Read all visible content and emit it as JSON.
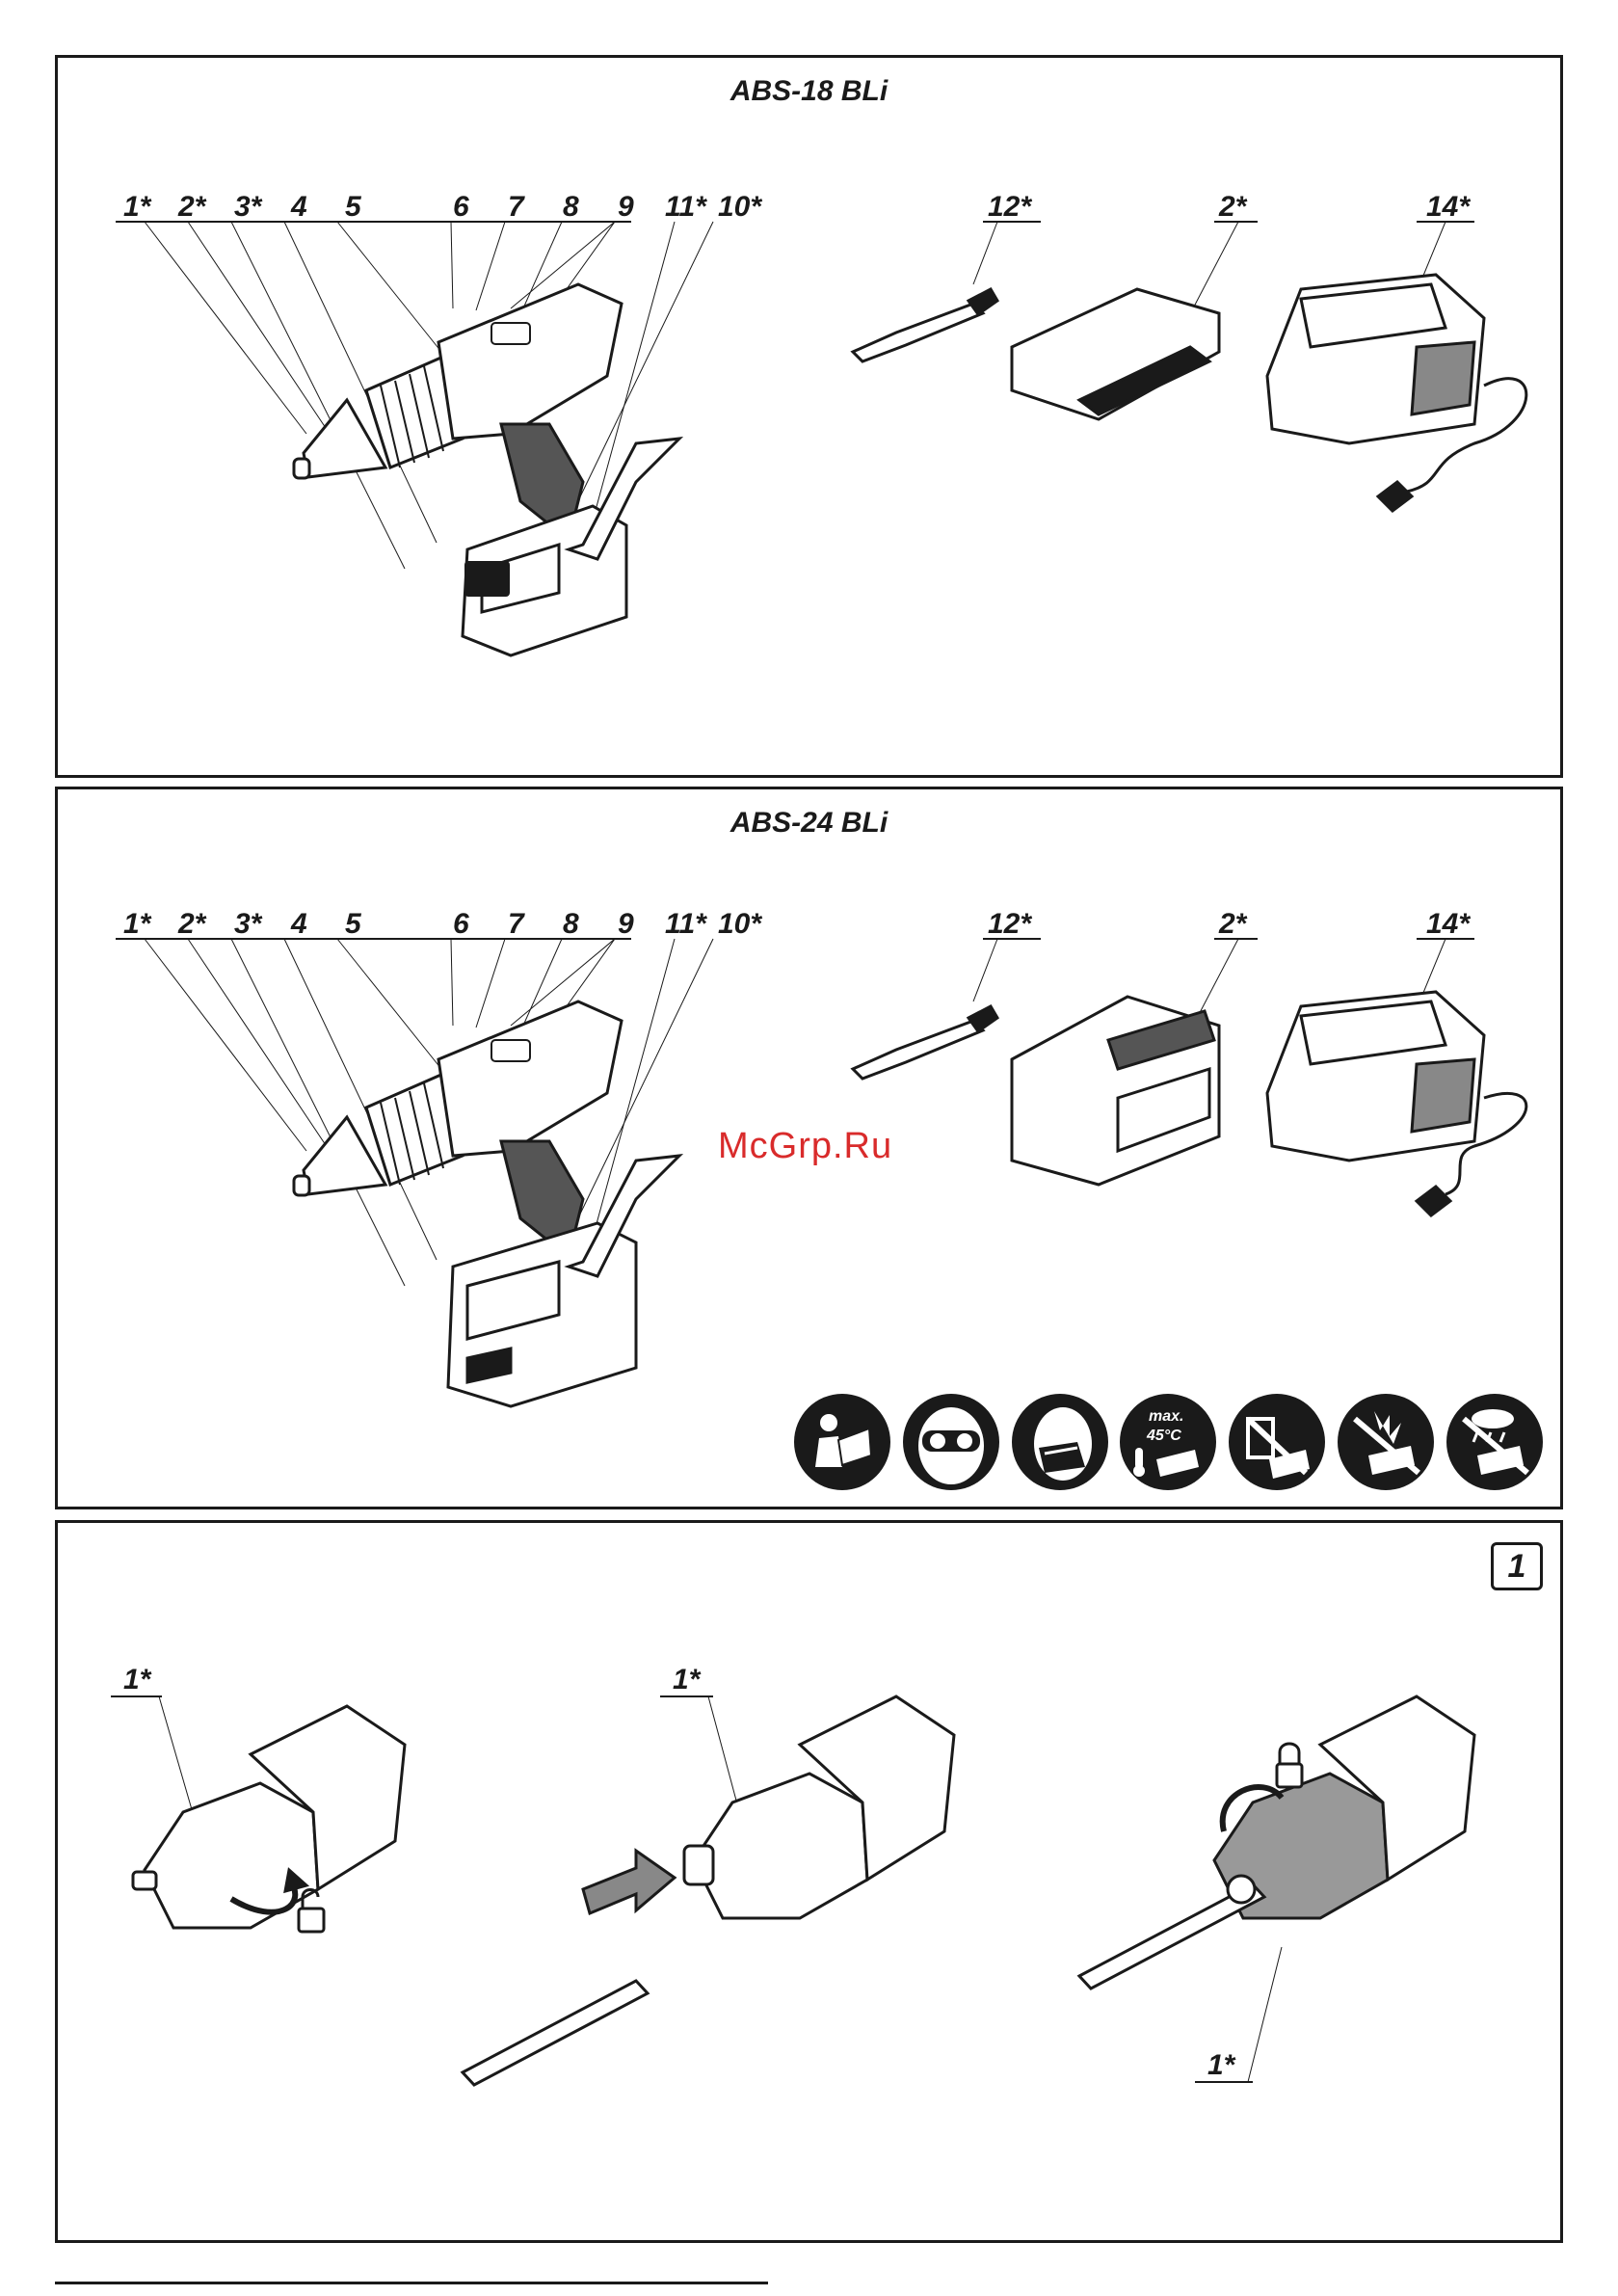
{
  "panels": [
    {
      "title": "ABS-18 BLi",
      "callouts": [
        "1*",
        "2*",
        "3*",
        "4",
        "5",
        "6",
        "7",
        "8",
        "9",
        "11*",
        "10*",
        "12*",
        "2*",
        "14*"
      ]
    },
    {
      "title": "ABS-24 BLi",
      "callouts": [
        "1*",
        "2*",
        "3*",
        "4",
        "5",
        "6",
        "7",
        "8",
        "9",
        "11*",
        "10*",
        "12*",
        "2*",
        "14*"
      ]
    }
  ],
  "figure": {
    "number": "1",
    "callouts": [
      "1*",
      "1*",
      "1*"
    ]
  },
  "safety_icons": [
    {
      "icon": "read-manual-icon"
    },
    {
      "icon": "safety-goggles-icon"
    },
    {
      "icon": "dust-mask-icon"
    },
    {
      "icon": "max-temperature-icon",
      "text": "max.",
      "text2": "45°C"
    },
    {
      "icon": "no-household-waste-icon"
    },
    {
      "icon": "no-fire-icon"
    },
    {
      "icon": "no-rain-icon"
    }
  ],
  "watermark": "McGrp.Ru"
}
